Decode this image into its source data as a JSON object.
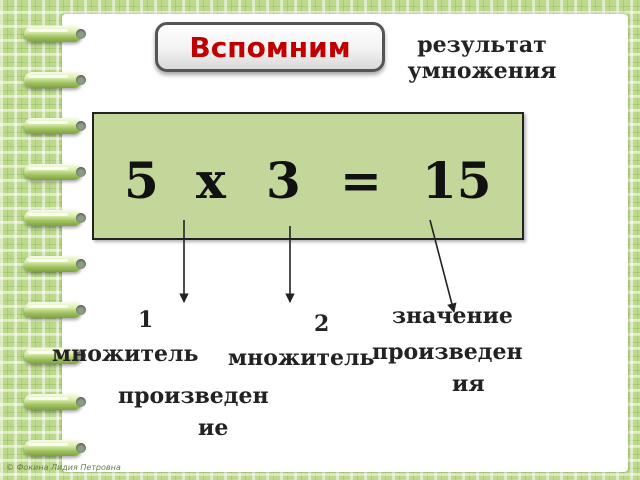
{
  "header": {
    "title": "Вспомним"
  },
  "result_label": "результат умножения",
  "equation": {
    "a": "5",
    "op": "x",
    "b": "3",
    "eq": "=",
    "result": "15"
  },
  "labels": {
    "factor1_num": "1",
    "factor1_word": "множитель",
    "factor2_num": "2",
    "factor2_word": "множитель",
    "product_value_1": "значение",
    "product_value_2": "произведен",
    "product_value_3": "ия",
    "product_1": "произведен",
    "product_2": "ие"
  },
  "footer": {
    "copyright": "© Фокина Лидия Петровна"
  },
  "colors": {
    "accent": "#c00000",
    "box": "#c4d79b",
    "background": "#bcd98c"
  }
}
